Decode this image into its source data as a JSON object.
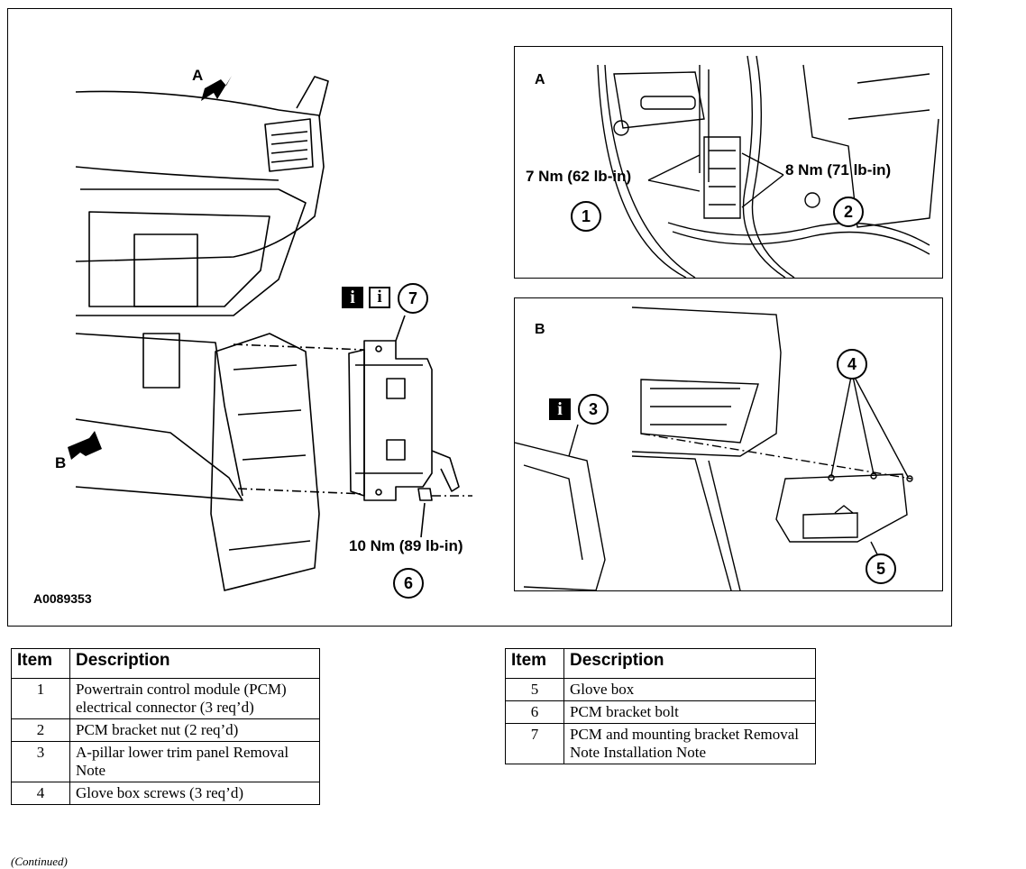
{
  "figure": {
    "id": "A0089353",
    "view_labels": {
      "a": "A",
      "b": "B"
    },
    "torques": {
      "item1": "7 Nm (62 lb-in)",
      "item2": "8 Nm (71 lb-in)",
      "item6": "10 Nm (89 lb-in)"
    },
    "callouts": [
      "1",
      "2",
      "3",
      "4",
      "5",
      "6",
      "7"
    ],
    "info_icon_glyph": "i",
    "icon_names": [
      "information-icon",
      "information-outline-icon"
    ]
  },
  "legend_left": {
    "headers": [
      "Item",
      "Description"
    ],
    "rows": [
      {
        "item": "1",
        "description": "Powertrain control module (PCM) electrical connector (3 req’d)"
      },
      {
        "item": "2",
        "description": "PCM bracket nut (2 req’d)"
      },
      {
        "item": "3",
        "description": "A-pillar lower trim panel Removal Note"
      },
      {
        "item": "4",
        "description": "Glove box screws (3 req’d)"
      }
    ]
  },
  "legend_right": {
    "headers": [
      "Item",
      "Description"
    ],
    "rows": [
      {
        "item": "5",
        "description": "Glove box"
      },
      {
        "item": "6",
        "description": "PCM bracket bolt"
      },
      {
        "item": "7",
        "description": "PCM and mounting bracket Removal Note Installation Note"
      }
    ]
  },
  "footer": {
    "continued": "(Continued)"
  }
}
